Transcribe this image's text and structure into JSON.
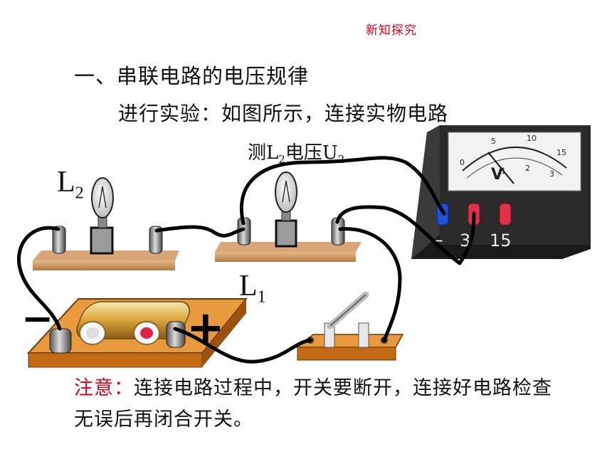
{
  "header": {
    "tag": "新知探究"
  },
  "section": {
    "title": "一、串联电路的电压规律",
    "subtitle": "进行实验：如图所示，连接实物电路"
  },
  "diagram": {
    "measure_prefix": "测L",
    "measure_sub1": "2",
    "measure_mid": "电压U",
    "measure_sub2": "2",
    "lamp_l2": {
      "letter": "L",
      "sub": "2"
    },
    "lamp_l1": {
      "letter": "L",
      "sub": "1"
    },
    "battery_negative": "−",
    "battery_positive": "+",
    "voltmeter_terminal_neg": "−",
    "voltmeter_terminal_3": "3",
    "voltmeter_terminal_15": "15",
    "voltmeter_symbol": "V",
    "voltmeter_scale": [
      "0",
      "5",
      "10",
      "15",
      "1",
      "2",
      "3"
    ]
  },
  "note": {
    "label": "注意：",
    "text": "连接电路过程中，开关要断开，连接好电路检查无误后再闭合开关。"
  }
}
